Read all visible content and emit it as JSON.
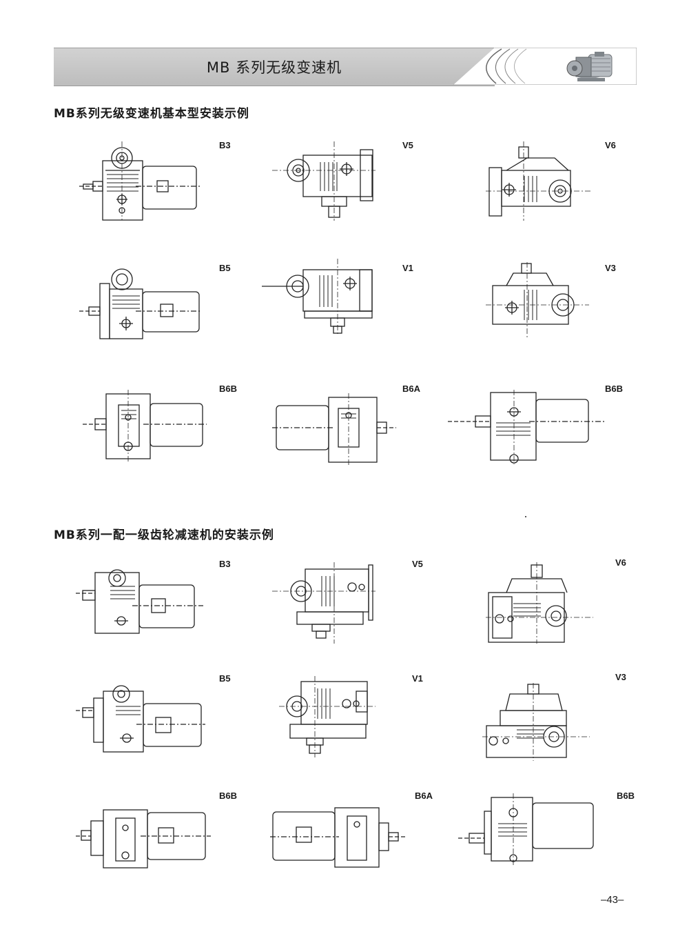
{
  "header": {
    "title": "MB 系列无级变速机",
    "product_image": "motor-variator-photo"
  },
  "sections": [
    {
      "title": "MB系列无级变速机基本型安装示例",
      "diagrams": [
        {
          "label": "B3"
        },
        {
          "label": "V5"
        },
        {
          "label": "V6"
        },
        {
          "label": "B5"
        },
        {
          "label": "V1"
        },
        {
          "label": "V3"
        },
        {
          "label": "B6B"
        },
        {
          "label": "B6A"
        },
        {
          "label": "B6B"
        }
      ]
    },
    {
      "title": "MB系列一配一级齿轮减速机的安装示例",
      "diagrams": [
        {
          "label": "B3"
        },
        {
          "label": "V5"
        },
        {
          "label": "V6"
        },
        {
          "label": "B5"
        },
        {
          "label": "V1"
        },
        {
          "label": "V3"
        },
        {
          "label": "B6B"
        },
        {
          "label": "B6A"
        },
        {
          "label": "B6B"
        }
      ]
    }
  ],
  "footer": {
    "page_number": "–43–"
  }
}
